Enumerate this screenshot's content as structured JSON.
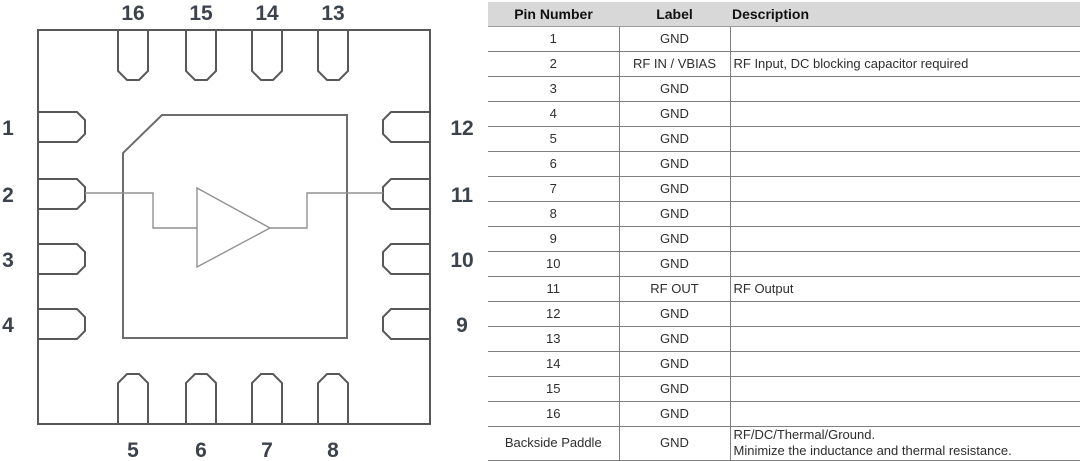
{
  "diagram": {
    "symbol": "amplifier",
    "top_pins": [
      "16",
      "15",
      "14",
      "13"
    ],
    "left_pins": [
      "1",
      "2",
      "3",
      "4"
    ],
    "right_pins": [
      "12",
      "11",
      "10",
      "9"
    ],
    "bottom_pins": [
      "5",
      "6",
      "7",
      "8"
    ]
  },
  "table": {
    "headers": [
      "Pin Number",
      "Label",
      "Description"
    ],
    "rows": [
      {
        "pin": "1",
        "label": "GND",
        "description": ""
      },
      {
        "pin": "2",
        "label": "RF IN / VBIAS",
        "description": "RF Input, DC blocking capacitor required"
      },
      {
        "pin": "3",
        "label": "GND",
        "description": ""
      },
      {
        "pin": "4",
        "label": "GND",
        "description": ""
      },
      {
        "pin": "5",
        "label": "GND",
        "description": ""
      },
      {
        "pin": "6",
        "label": "GND",
        "description": ""
      },
      {
        "pin": "7",
        "label": "GND",
        "description": ""
      },
      {
        "pin": "8",
        "label": "GND",
        "description": ""
      },
      {
        "pin": "9",
        "label": "GND",
        "description": ""
      },
      {
        "pin": "10",
        "label": "GND",
        "description": ""
      },
      {
        "pin": "11",
        "label": "RF OUT",
        "description": "RF Output"
      },
      {
        "pin": "12",
        "label": "GND",
        "description": ""
      },
      {
        "pin": "13",
        "label": "GND",
        "description": ""
      },
      {
        "pin": "14",
        "label": "GND",
        "description": ""
      },
      {
        "pin": "15",
        "label": "GND",
        "description": ""
      },
      {
        "pin": "16",
        "label": "GND",
        "description": ""
      },
      {
        "pin": "Backside Paddle",
        "label": "GND",
        "description": "RF/DC/Thermal/Ground.\nMinimize the inductance and thermal resistance."
      }
    ]
  },
  "colors": {
    "line-dark": "#57585a",
    "line-mid": "#6b6c6e",
    "line-light": "#8f9193",
    "num-color": "#3c434c",
    "table-border": "#7f7f7f",
    "header-bg": "#d8d8d8",
    "header-text": "#111111",
    "table-text": "#2e2e2e"
  }
}
